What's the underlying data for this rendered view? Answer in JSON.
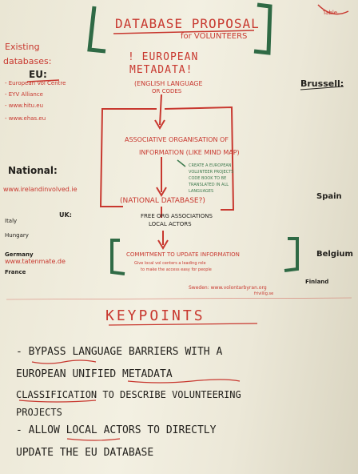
{
  "header": {
    "title": "DATABASE PROPOSAL",
    "subtitle": "for VOLUNTEERS",
    "box_line1": "! EUROPEAN",
    "box_line2": "METADATA!",
    "english_lang": "(ENGLISH LANGUAGE",
    "or_codes": "OR CODES",
    "corner_note": "Table"
  },
  "left": {
    "heading1": "Existing",
    "heading2": "databases:",
    "eu_label": "EU:",
    "eu_items": [
      "- European Vol Centre",
      "- EYV Alliance",
      "- www.hitu.eu",
      "- www.ehas.eu"
    ],
    "national": "National:",
    "ireland": "www.irelandinvolved.ie",
    "country_items": [
      "Italy",
      "UK:",
      "Hungary",
      "Germany",
      "www.tatenmate.de",
      "France"
    ]
  },
  "flow": {
    "assoc1": "ASSOCIATIVE ORGANISATION OF",
    "assoc2": "INFORMATION (LIKE MIND MAP)",
    "create1": "CREATE A EUROPEAN",
    "create2": "VOLUNTEER PROJECTS",
    "create3": "CODE BOOK TO BE",
    "create4": "TRANSLATED IN ALL",
    "create5": "LANGUAGES",
    "national_db": "(NATIONAL DATABASE?)",
    "free_org": "FREE ORG ASSOCIATIONS",
    "local": "LOCAL ACTORS",
    "commitment": "COMMITMENT TO UPDATE INFORMATION",
    "give_local": "Give local vol centers a leading role",
    "make_access": "to make the access easy for people",
    "sweden": "Sweden: www.volontarbyran.org",
    "sweden2": "frivillig.se"
  },
  "right": {
    "brussels": "Brussell:",
    "spain": "Spain",
    "belgium": "Belgium",
    "finland": "Finland"
  },
  "keypoints": {
    "title": "KEYPOINTS",
    "items": [
      "- BYPASS LANGUAGE BARRIERS WITH A",
      "EUROPEAN UNIFIED METADATA",
      "CLASSIFICATION TO DESCRIBE VOLUNTEERING",
      "PROJECTS",
      "- ALLOW LOCAL ACTORS TO DIRECTLY",
      "UPDATE THE EU DATABASE"
    ]
  }
}
